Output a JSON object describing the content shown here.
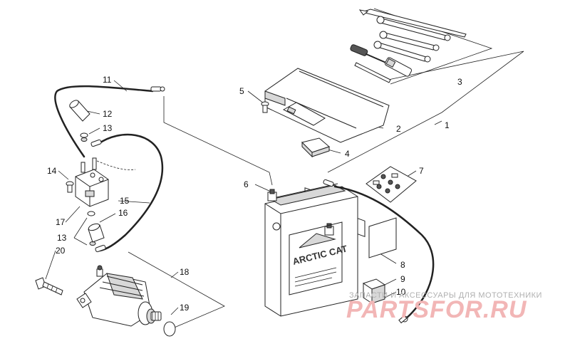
{
  "diagram": {
    "callouts": [
      {
        "id": "c1",
        "label": "1"
      },
      {
        "id": "c2",
        "label": "2"
      },
      {
        "id": "c3",
        "label": "3"
      },
      {
        "id": "c4",
        "label": "4"
      },
      {
        "id": "c5",
        "label": "5"
      },
      {
        "id": "c6",
        "label": "6"
      },
      {
        "id": "c7",
        "label": "7"
      },
      {
        "id": "c8",
        "label": "8"
      },
      {
        "id": "c9",
        "label": "9"
      },
      {
        "id": "c10",
        "label": "10"
      },
      {
        "id": "c11",
        "label": "11"
      },
      {
        "id": "c12",
        "label": "12"
      },
      {
        "id": "c13a",
        "label": "13"
      },
      {
        "id": "c13b",
        "label": "13"
      },
      {
        "id": "c14",
        "label": "14"
      },
      {
        "id": "c15",
        "label": "15"
      },
      {
        "id": "c16",
        "label": "16"
      },
      {
        "id": "c17",
        "label": "17"
      },
      {
        "id": "c18",
        "label": "18"
      },
      {
        "id": "c19",
        "label": "19"
      },
      {
        "id": "c20",
        "label": "20"
      }
    ],
    "battery_brand": "ARCTIC CAT"
  },
  "watermark": {
    "top_line": "ЗАПАСТИ И АКСЕССУАРЫ ДЛЯ МОТОТЕХНИКИ",
    "brand": "PARTSFOR.RU"
  }
}
